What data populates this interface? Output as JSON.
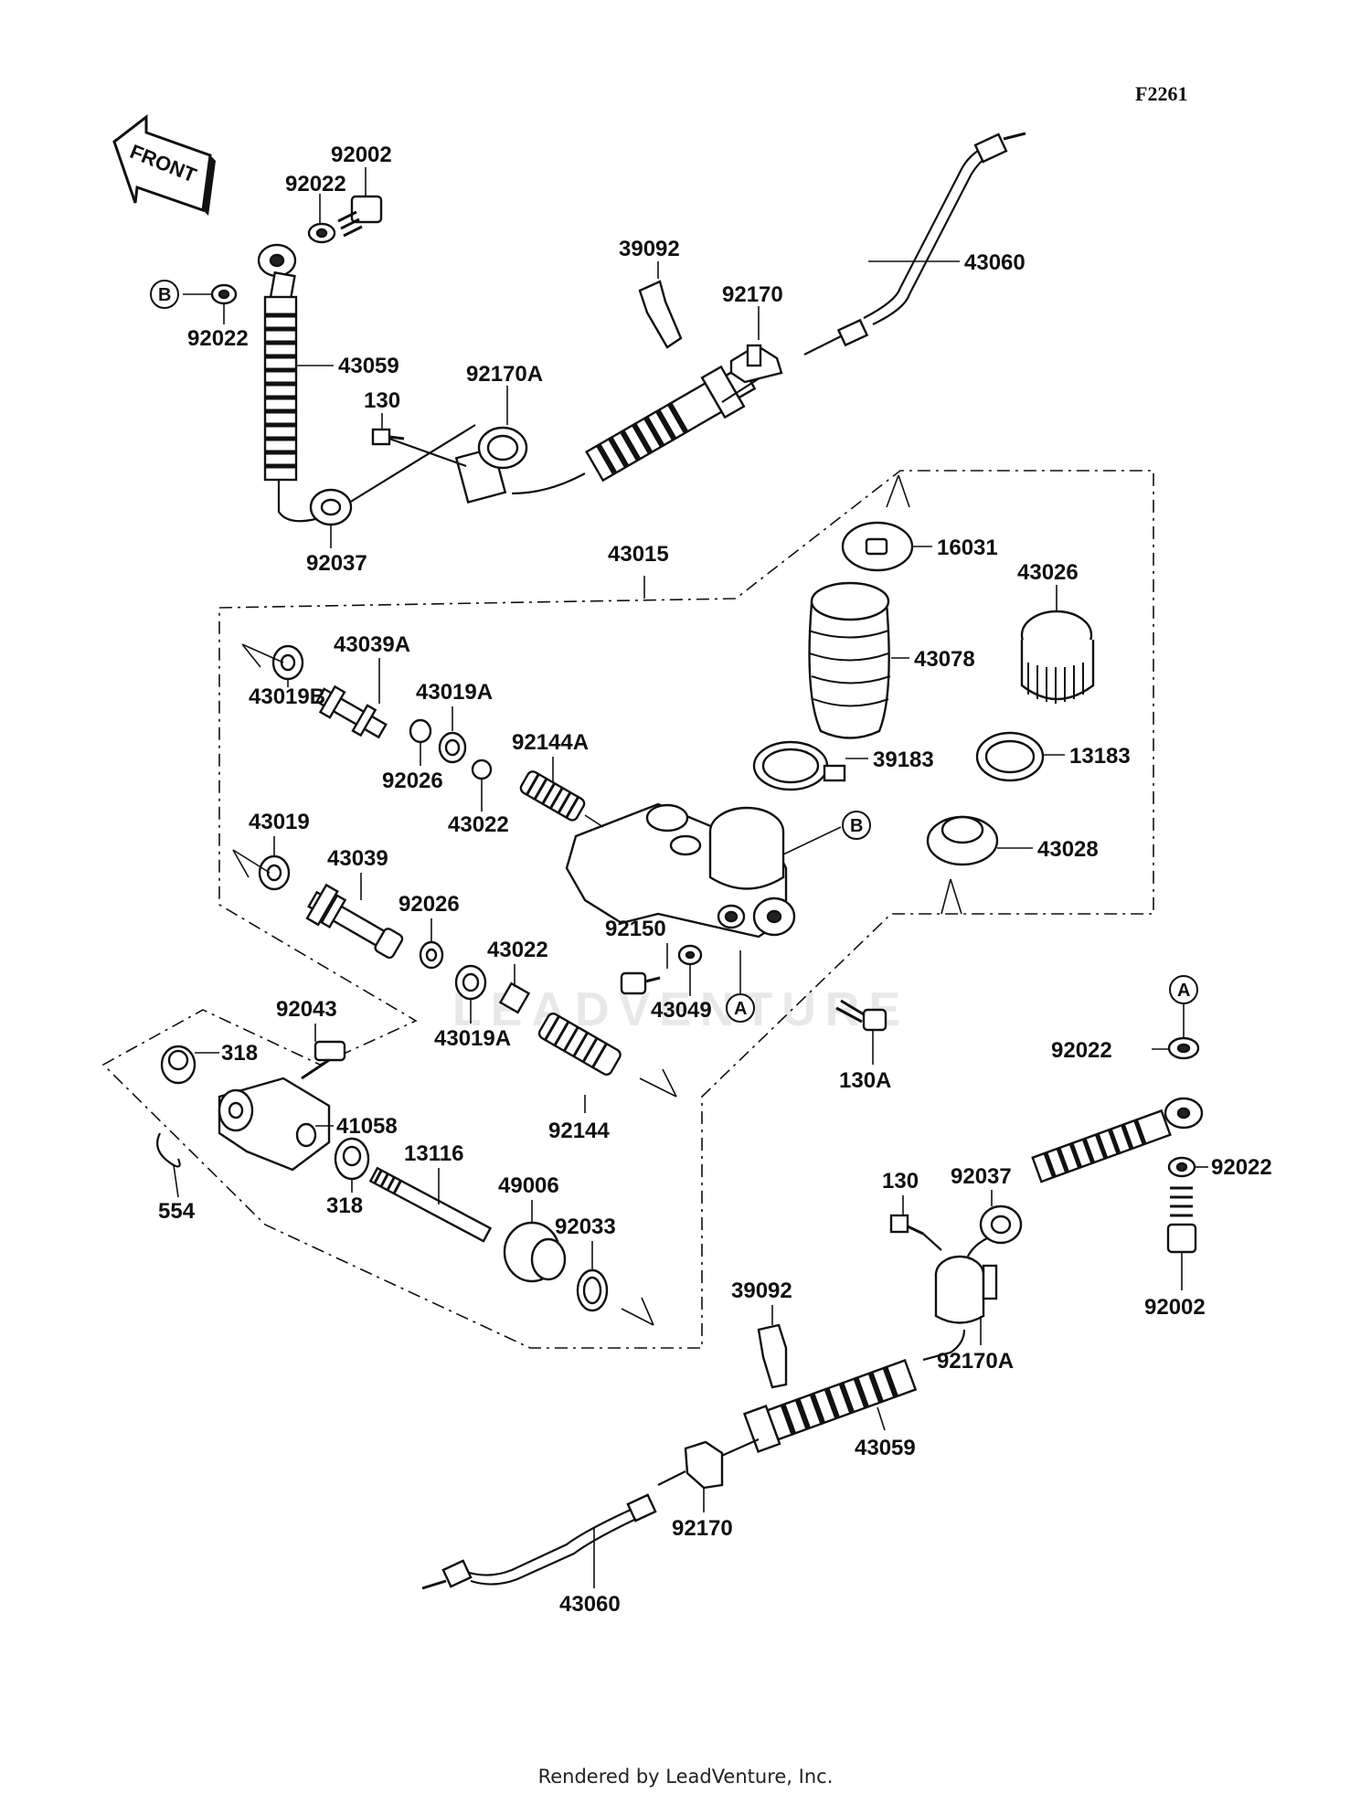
{
  "figure_id": "F2261",
  "front_label": "FRONT",
  "watermark": "LEADVENTURE",
  "footer": "Rendered by LeadVenture, Inc.",
  "refs": {
    "a": "A",
    "b": "B"
  },
  "labels": [
    "92002",
    "92022",
    "92022",
    "43059",
    "130",
    "92170A",
    "92037",
    "39092",
    "92170",
    "43060",
    "43015",
    "16031",
    "43026",
    "43078",
    "39183",
    "13183",
    "43028",
    "43039A",
    "43019B",
    "43019A",
    "92026",
    "92144A",
    "43022",
    "43019",
    "43039",
    "92026",
    "43022",
    "43019A",
    "92150",
    "43049",
    "92043",
    "318",
    "41058",
    "318",
    "554",
    "13116",
    "49006",
    "92033",
    "92144",
    "130A",
    "92022",
    "92022",
    "92002",
    "130",
    "92037",
    "92170A",
    "39092",
    "43059",
    "92170",
    "43060"
  ]
}
